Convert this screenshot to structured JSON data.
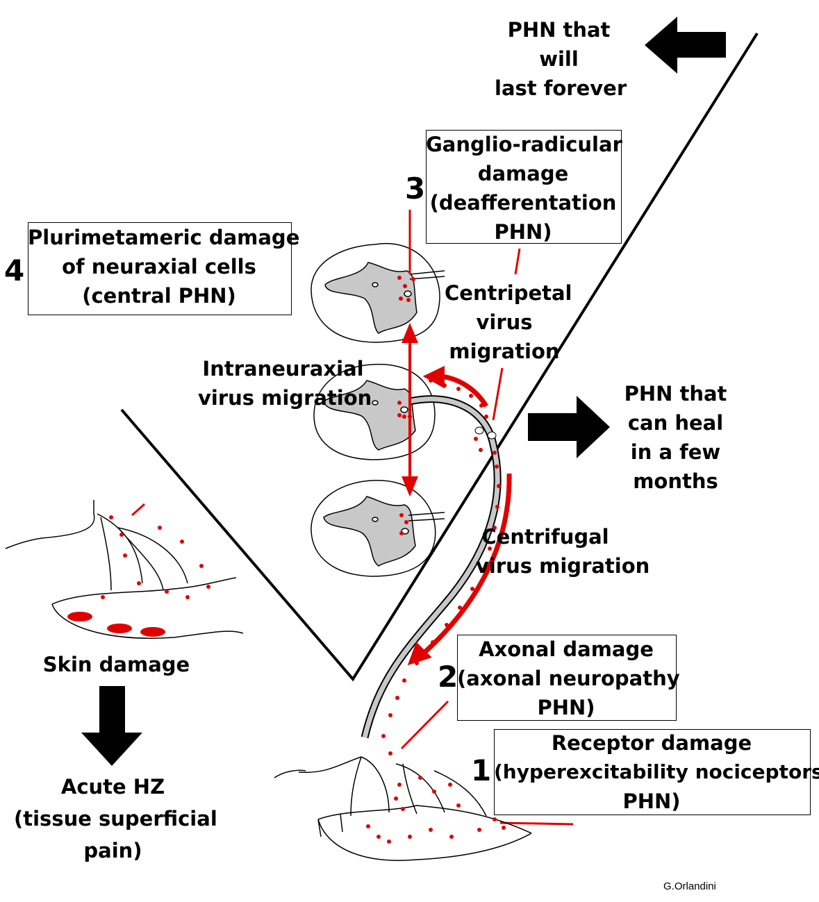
{
  "labels": {
    "phn_forever": [
      "PHN that",
      "will",
      "last forever"
    ],
    "phn_heal": [
      "PHN that",
      "can heal",
      "in a few",
      "months"
    ],
    "stage1": {
      "number": "1",
      "lines": [
        "Receptor damage",
        "(hyperexcitability nociceptors",
        "PHN)"
      ]
    },
    "stage2": {
      "number": "2",
      "lines": [
        "Axonal damage",
        "(axonal neuropathy",
        "PHN)"
      ]
    },
    "stage3": {
      "number": "3",
      "lines": [
        "Ganglio-radicular",
        "damage",
        "(deafferentation",
        "PHN)"
      ]
    },
    "stage4": {
      "number": "4",
      "lines": [
        "Plurimetameric damage",
        "of neuraxial cells",
        "(central PHN)"
      ]
    },
    "centripetal": [
      "Centripetal",
      "virus",
      "migration"
    ],
    "intraneuraxial": [
      "Intraneuraxial",
      "virus migration"
    ],
    "centrifugal": [
      "Centrifugal",
      "virus migration"
    ],
    "skin_damage": "Skin damage",
    "acute_hz": [
      "Acute HZ",
      "(tissue superficial",
      "pain)"
    ],
    "author": "G.Orlandini"
  },
  "colors": {
    "ink": "#000000",
    "virus_red": "#e00000",
    "tissue_gray": "#c8c8c8",
    "background": "#ffffff"
  }
}
